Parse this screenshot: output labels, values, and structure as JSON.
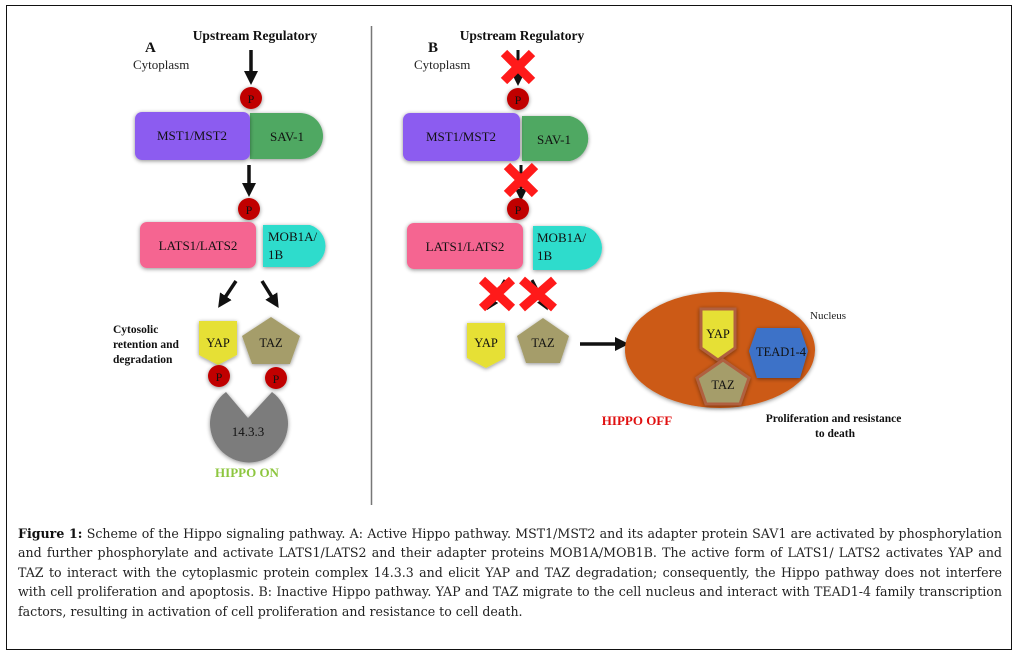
{
  "panel_a": {
    "label": "A",
    "compartment": "Cytoplasm",
    "upstream": "Upstream Regulatory",
    "phospho": "P",
    "mst": "MST1/MST2",
    "sav": "SAV-1",
    "lats": "LATS1/LATS2",
    "mob_line1": "MOB1A/",
    "mob_line2": "1B",
    "retention_line1": "Cytosolic",
    "retention_line2": "retention and",
    "retention_line3": "degradation",
    "yap": "YAP",
    "taz": "TAZ",
    "complex": "14.3.3",
    "status": "HIPPO ON"
  },
  "panel_b": {
    "label": "B",
    "compartment": "Cytoplasm",
    "upstream": "Upstream Regulatory",
    "phospho": "P",
    "mst": "MST1/MST2",
    "sav": "SAV-1",
    "lats": "LATS1/LATS2",
    "mob_line1": "MOB1A/",
    "mob_line2": "1B",
    "yap": "YAP",
    "taz": "TAZ",
    "nucleus_label": "Nucleus",
    "nuclear_yap": "YAP",
    "nuclear_taz": "TAZ",
    "tead": "TEAD1-4",
    "status": "HIPPO OFF",
    "outcome_line1": "Proliferation and resistance",
    "outcome_line2": "to death"
  },
  "colors": {
    "mst": "#8c5cf0",
    "sav": "#4fa862",
    "lats": "#f56591",
    "mob": "#2fdccc",
    "yap": "#e6e034",
    "taz": "#a59d6a",
    "phospho": "#c00000",
    "complex": "#7c7c7c",
    "nucleus": "#cc5a14",
    "tead": "#3d72c8",
    "hippo_on": "#8dc63f",
    "hippo_off": "#e01010",
    "block_x": "#ff1a1a"
  },
  "caption": {
    "label": "Figure 1:",
    "text": " Scheme of the Hippo signaling pathway. A: Active Hippo pathway. MST1/MST2 and its adapter protein SAV1 are activated by phosphorylation and further phosphorylate and activate LATS1/LATS2 and their adapter proteins MOB1A/MOB1B. The active form of LATS1/ LATS2 activates YAP and TAZ to interact with the cytoplasmic protein complex 14.3.3 and elicit YAP and TAZ degradation; consequently, the Hippo pathway does not interfere with cell proliferation and apoptosis. B: Inactive Hippo pathway. YAP and TAZ migrate to the cell nucleus and interact with TEAD1-4 family transcription factors, resulting in activation of cell proliferation and resistance to cell death."
  }
}
